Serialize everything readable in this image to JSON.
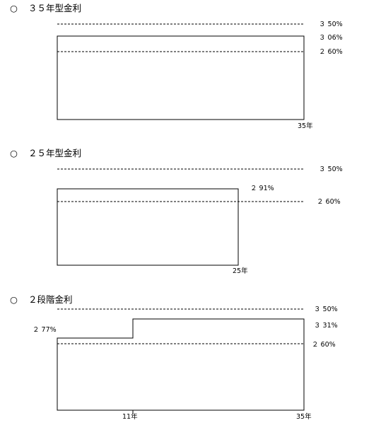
{
  "sections": [
    {
      "bullet": "○",
      "title": "３５年型金利",
      "reference_lines": [
        {
          "label": "３ 50%",
          "rate": 3.5
        },
        {
          "label": "２ 60%",
          "rate": 2.6
        }
      ],
      "rate_steps": [
        {
          "label": "３ 06%",
          "rate": 3.06,
          "from_year": 0,
          "to_year": 35
        }
      ],
      "year_labels": [
        {
          "label": "35年",
          "year": 35
        }
      ]
    },
    {
      "bullet": "○",
      "title": "２５年型金利",
      "reference_lines": [
        {
          "label": "３ 50%",
          "rate": 3.5
        },
        {
          "label": "２ 60%",
          "rate": 2.6
        }
      ],
      "rate_steps": [
        {
          "label": "２ 91%",
          "rate": 2.91,
          "from_year": 0,
          "to_year": 25
        }
      ],
      "year_labels": [
        {
          "label": "25年",
          "year": 25
        }
      ]
    },
    {
      "bullet": "○",
      "title": "２段階金利",
      "reference_lines": [
        {
          "label": "３ 50%",
          "rate": 3.5
        },
        {
          "label": "２ 60%",
          "rate": 2.6
        }
      ],
      "rate_steps": [
        {
          "label": "２ 77%",
          "rate": 2.77,
          "from_year": 0,
          "to_year": 11
        },
        {
          "label": "３ 31%",
          "rate": 3.31,
          "from_year": 11,
          "to_year": 35
        }
      ],
      "year_labels": [
        {
          "label": "11年",
          "year": 11
        },
        {
          "label": "35年",
          "year": 35
        }
      ]
    }
  ]
}
